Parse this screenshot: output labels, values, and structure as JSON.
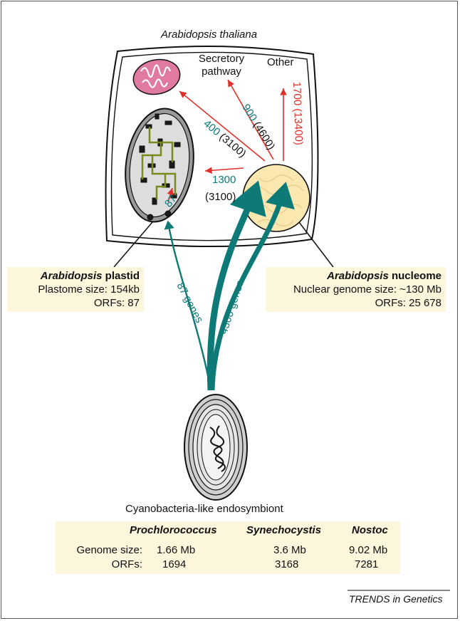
{
  "organism_title": "Arabidopsis thaliana",
  "targets": {
    "secretory_line1": "Secretory",
    "secretory_line2": "pathway",
    "other": "Other"
  },
  "arrows": {
    "plastid": {
      "count": "1300",
      "total": "(3100)"
    },
    "mito": {
      "count": "400",
      "total": "(3100)"
    },
    "secretory": {
      "count": "900",
      "total": "(4600)"
    },
    "other": {
      "count": "1700",
      "total": "(13400)"
    },
    "plastid_internal": "87"
  },
  "genes": {
    "to_plastid": "87 genes",
    "to_nucleus": "4300 genes"
  },
  "plastid_box": {
    "title_italic": "Arabidopsis",
    "title_rest": " plastid",
    "size": "Plastome size: 154kb",
    "orfs": "ORFs: 87"
  },
  "nucleome_box": {
    "title_italic": "Arabidopsis",
    "title_rest": " nucleome",
    "size": "Nuclear genome size: ~130 Mb",
    "orfs": "ORFs: 25 678"
  },
  "endosymbiont_label": "Cyanobacteria-like endosymbiont",
  "cyano_table": {
    "headers": [
      "Prochlorococcus",
      "Synechocystis",
      "Nostoc"
    ],
    "genome_label": "Genome size:",
    "genome_values": [
      "1.66 Mb",
      "3.6 Mb",
      "9.02 Mb"
    ],
    "orf_label": "ORFs:",
    "orf_values": [
      "1694",
      "3168",
      "7281"
    ]
  },
  "credit": "TRENDS in Genetics",
  "colors": {
    "red": "#e0302a",
    "teal": "#0e7a78",
    "mito": "#e07aa0"
  }
}
